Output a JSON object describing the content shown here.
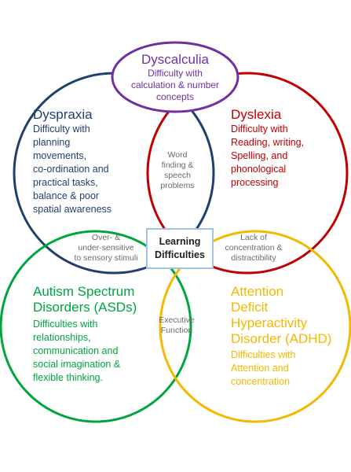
{
  "colors": {
    "purple": "#7030a0",
    "blue": "#1f3f6e",
    "red": "#c00000",
    "green": "#00a540",
    "yellow": "#f5b800",
    "gray": "#6b6b6b",
    "center_border": "#9dc3e6"
  },
  "dyscalculia": {
    "title": "Dyscalculia",
    "desc_lines": [
      "Difficulty with",
      "calculation & number",
      "concepts"
    ]
  },
  "dyspraxia": {
    "title": "Dyspraxia",
    "desc_lines": [
      "Difficulty with",
      "planning",
      "movements,",
      "co-ordination and",
      "practical tasks,",
      "balance & poor",
      "spatial awareness"
    ]
  },
  "dyslexia": {
    "title": "Dyslexia",
    "desc_lines": [
      "Difficulty with",
      "Reading, writing,",
      "Spelling, and",
      "phonological",
      "processing"
    ]
  },
  "asd": {
    "title_lines": [
      "Autism Spectrum",
      "Disorders (ASDs)"
    ],
    "desc_lines": [
      "Difficulties with",
      "relationships,",
      "communication and",
      "social imagination &",
      "flexible thinking."
    ]
  },
  "adhd": {
    "title_lines": [
      "Attention",
      "Deficit",
      "Hyperactivity",
      "Disorder (ADHD)"
    ],
    "desc_lines": [
      "Difficulties with",
      "Attention and",
      "concentration"
    ]
  },
  "overlaps": {
    "word_finding": [
      "Word",
      "finding &",
      "speech",
      "problems"
    ],
    "sensory": [
      "Over- &",
      "under-sensitive",
      "to sensory stimuli"
    ],
    "concentration": [
      "Lack of",
      "concentration &",
      "distractibility"
    ],
    "executive": [
      "Executive",
      "Function"
    ]
  },
  "center": {
    "lines": [
      "Learning",
      "Difficulties"
    ]
  }
}
